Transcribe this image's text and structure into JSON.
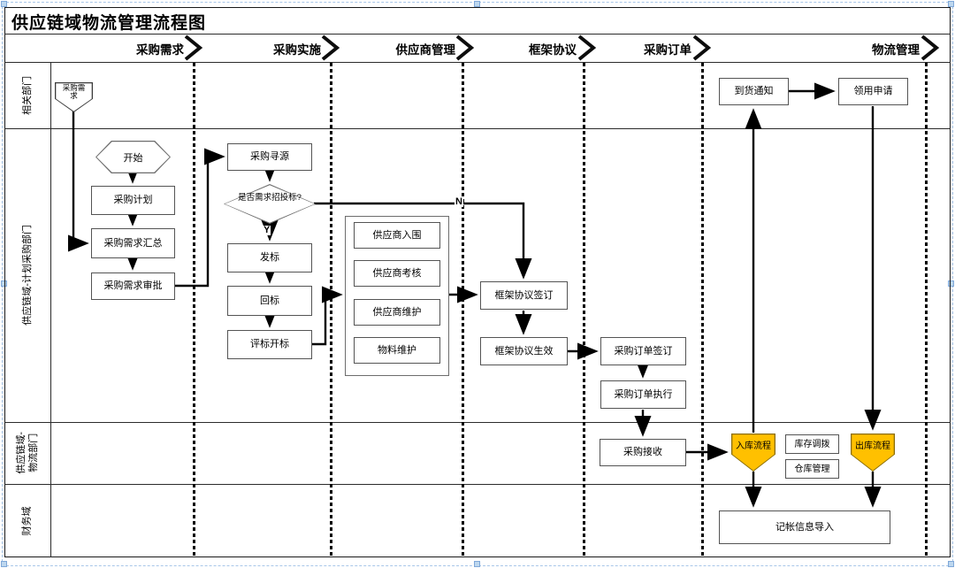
{
  "title": "供应链域物流管理流程图",
  "phases": [
    {
      "label": "采购需求"
    },
    {
      "label": "采购实施"
    },
    {
      "label": "供应商管理"
    },
    {
      "label": "框架协议"
    },
    {
      "label": "采购订单"
    },
    {
      "label": "物流管理"
    }
  ],
  "lanes": [
    {
      "label": "相关部门"
    },
    {
      "label": "供应链域-计划采购部门"
    },
    {
      "label": "供应链域-物流部门"
    },
    {
      "label": "财务域"
    }
  ],
  "nodes": {
    "purchase_demand": "采购需求",
    "start": "开始",
    "purchase_plan": "采购计划",
    "demand_summary": "采购需求汇总",
    "demand_approval": "采购需求审批",
    "sourcing": "采购寻源",
    "tender_decision": "是否需求招投标?",
    "issue_tender": "发标",
    "return_tender": "回标",
    "evaluate_open": "评标开标",
    "supplier_shortlist": "供应商入围",
    "supplier_assess": "供应商考核",
    "supplier_maintain": "供应商维护",
    "material_maintain": "物料维护",
    "agreement_sign": "框架协议签订",
    "agreement_effective": "框架协议生效",
    "order_sign": "采购订单签订",
    "order_execute": "采购订单执行",
    "purchase_receive": "采购接收",
    "inbound_flow": "入库流程",
    "outbound_flow": "出库流程",
    "stock_transfer": "库存调拨",
    "warehouse_mgmt": "仓库管理",
    "arrival_notice": "到货通知",
    "requisition": "领用申请",
    "accounting_import": "记帐信息导入"
  },
  "branch_labels": {
    "yes": "Y",
    "no": "N"
  },
  "colors": {
    "highlight": "#FFC000",
    "box_border": "#595959",
    "selection": "#A8C6E8",
    "line": "#000000"
  }
}
